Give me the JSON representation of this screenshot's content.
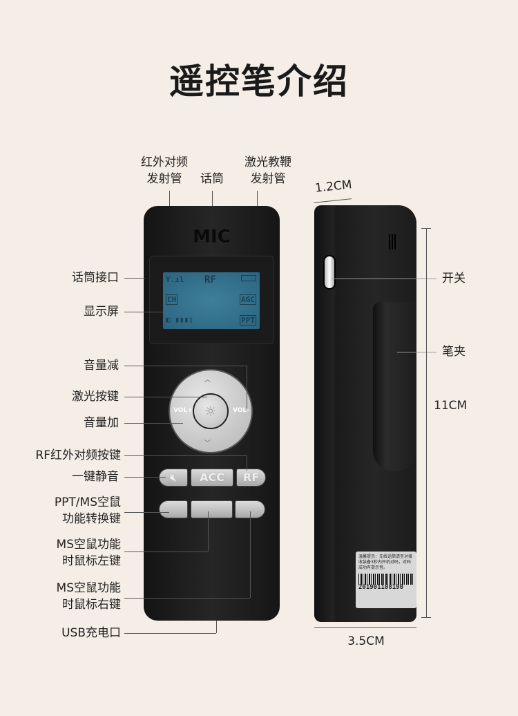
{
  "title": "遥控笔介绍",
  "top_labels": {
    "ir_line1": "红外对频",
    "ir_line2": "发射管",
    "mic": "话筒",
    "laser_line1": "激光教鞭",
    "laser_line2": "发射管"
  },
  "left_labels": {
    "mic_port": "话筒接口",
    "display": "显示屏",
    "vol_down": "音量减",
    "laser_key": "激光按键",
    "vol_up": "音量加",
    "rf_key": "RF红外对频按键",
    "mute": "一键静音",
    "ppt_line1": "PPT/MS空鼠",
    "ppt_line2": "功能转换键",
    "left_line1": "MS空鼠功能",
    "left_line2": "时鼠标左键",
    "right_line1": "MS空鼠功能",
    "right_line2": "时鼠标右键",
    "usb": "USB充电口"
  },
  "device": {
    "brand": "MIC",
    "lcd": {
      "rf": "RF",
      "ch": "CH",
      "agc": "AGC",
      "ppt": "PPT"
    },
    "dpad": {
      "vol_plus": "VOL+",
      "vol_minus": "VOL-"
    },
    "buttons": {
      "acc": "ACC",
      "rf": "RF",
      "mute_icon": "speaker-mute-icon"
    }
  },
  "side_labels": {
    "switch": "开关",
    "clip": "笔夹",
    "thickness": "1.2CM",
    "length": "11CM",
    "width": "3.5CM"
  },
  "sticker": {
    "text": "温馨提示：无线话筒请至对接收装备3秒内开机对码，对码成功有提示音。",
    "serial": "201901108190"
  }
}
